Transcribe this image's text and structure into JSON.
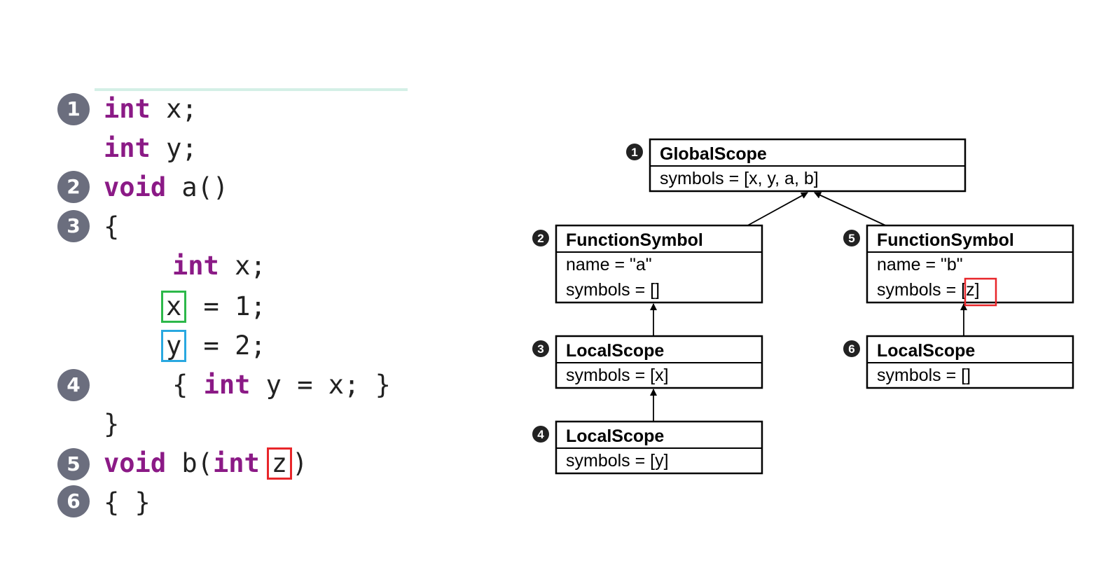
{
  "code": {
    "badges": [
      "1",
      "2",
      "3",
      "4",
      "5",
      "6"
    ],
    "line1": {
      "kw": "int",
      "rest": " x;"
    },
    "line2": {
      "kw": "int",
      "rest": " y;"
    },
    "line3": {
      "kw": "void",
      "rest": " a()"
    },
    "line4": {
      "text": "{"
    },
    "line5": {
      "kw": "int",
      "rest": " x;"
    },
    "line6": {
      "var": "x",
      "rest": " = 1;"
    },
    "line7": {
      "var": "y",
      "rest": " = 2;"
    },
    "line8": {
      "open": "{ ",
      "kw": "int",
      "rest": " y = x; }"
    },
    "line9": {
      "text": "}"
    },
    "line10": {
      "kw": "void",
      "mid": " b(",
      "kw2": "int",
      "var": "z",
      "close": ")"
    },
    "line11": {
      "text": "{ }"
    },
    "highlight_colors": {
      "x": "#2db84a",
      "y": "#29a8e0",
      "z": "#e8262a"
    }
  },
  "diagram": {
    "nodes": [
      {
        "num": "1",
        "title": "GlobalScope",
        "lines": [
          "symbols = [x, y, a, b]"
        ]
      },
      {
        "num": "2",
        "title": "FunctionSymbol",
        "lines": [
          "name = \"a\"",
          "symbols = []"
        ]
      },
      {
        "num": "3",
        "title": "LocalScope",
        "lines": [
          "symbols = [x]"
        ]
      },
      {
        "num": "4",
        "title": "LocalScope",
        "lines": [
          "symbols = [y]"
        ]
      },
      {
        "num": "5",
        "title": "FunctionSymbol",
        "lines": [
          "name = \"b\"",
          "symbols = [z]"
        ]
      },
      {
        "num": "6",
        "title": "LocalScope",
        "lines": [
          "symbols = []"
        ]
      }
    ],
    "edges": [
      {
        "from": "2",
        "to": "1"
      },
      {
        "from": "5",
        "to": "1"
      },
      {
        "from": "3",
        "to": "2"
      },
      {
        "from": "4",
        "to": "3"
      },
      {
        "from": "6",
        "to": "5"
      }
    ],
    "highlight_color": "#e8262a"
  }
}
